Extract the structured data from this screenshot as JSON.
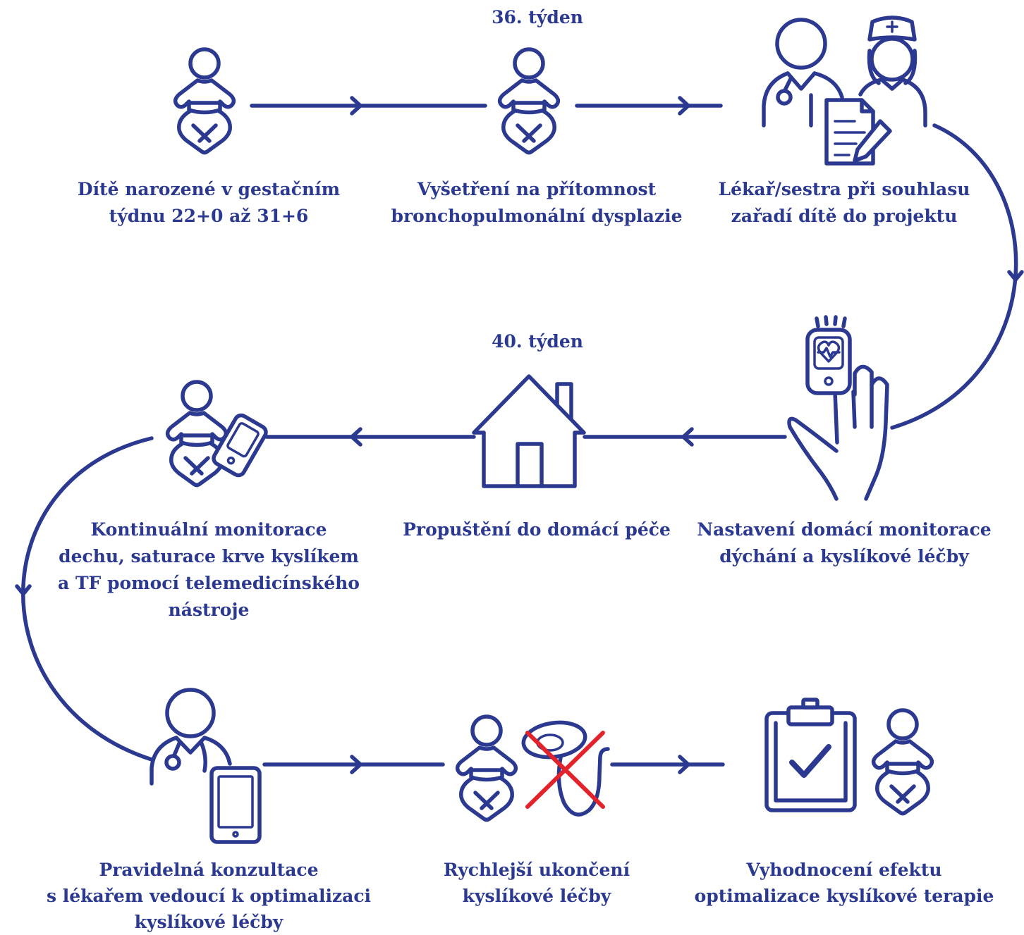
{
  "colors": {
    "primary": "#2b3990",
    "cross_out": "#e3232c",
    "background": "#ffffff"
  },
  "week_labels": {
    "week36": "36. týden",
    "week40": "40. týden"
  },
  "steps": [
    {
      "icon": "newborn-baby-icon",
      "label": [
        "Dítě narozené v gestačním",
        "týdnu 22+0 až 31+6"
      ]
    },
    {
      "icon": "baby-icon",
      "label": [
        "Vyšetření na přítomnost",
        "bronchopulmonální dysplazie"
      ]
    },
    {
      "icon": "doctor-nurse-document-icon",
      "label": [
        "Lékař/sestra při souhlasu",
        "zařadí dítě do projektu"
      ]
    },
    {
      "icon": "pulse-oximeter-hand-icon",
      "label": [
        "Nastavení domácí monitorace",
        "dýchání a kyslíkové léčby"
      ]
    },
    {
      "icon": "house-icon",
      "label": [
        "Propuštění do domácí péče"
      ]
    },
    {
      "icon": "baby-monitor-device-icon",
      "label": [
        "Kontinuální monitorace",
        "dechu, saturace krve kyslíkem",
        "a TF pomocí telemedicínského",
        "nástroje"
      ]
    },
    {
      "icon": "doctor-tablet-icon",
      "label": [
        "Pravidelná konzultace",
        "s lékařem vedoucí k optimalizaci",
        "kyslíkové léčby"
      ]
    },
    {
      "icon": "baby-oxygen-mask-crossed-icon",
      "label": [
        "Rychlejší ukončení",
        "kyslíkové léčby"
      ]
    },
    {
      "icon": "clipboard-check-baby-icon",
      "label": [
        "Vyhodnocení efektu",
        "optimalizace kyslíkové terapie"
      ]
    }
  ]
}
